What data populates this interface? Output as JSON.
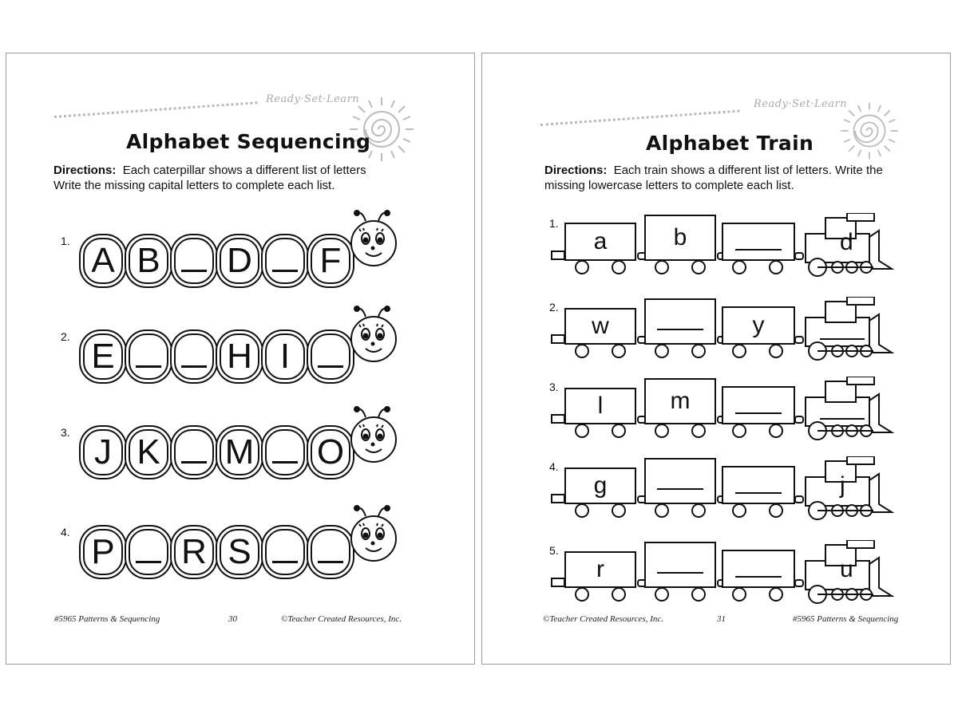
{
  "brand": "Ready·Set·Learn",
  "left": {
    "title": "Alphabet Sequencing",
    "directions_label": "Directions:",
    "directions_line1": "Each caterpillar shows a different list of letters",
    "directions_line2": "Write the missing capital letters to complete each list.",
    "rows": [
      {
        "num": "1.",
        "letters": [
          "A",
          "B",
          "",
          "D",
          "",
          "F"
        ]
      },
      {
        "num": "2.",
        "letters": [
          "E",
          "",
          "",
          "H",
          "I",
          ""
        ]
      },
      {
        "num": "3.",
        "letters": [
          "J",
          "K",
          "",
          "M",
          "",
          "O"
        ]
      },
      {
        "num": "4.",
        "letters": [
          "P",
          "",
          "R",
          "S",
          "",
          ""
        ]
      }
    ],
    "footer_left": "#5965 Patterns & Sequencing",
    "footer_page": "30",
    "footer_right": "©Teacher Created Resources, Inc."
  },
  "right": {
    "title": "Alphabet Train",
    "directions_label": "Directions:",
    "directions_line1": "Each train shows a different list of letters.  Write the",
    "directions_line2": "missing lowercase letters to complete each list.",
    "rows": [
      {
        "num": "1.",
        "cars": [
          "a",
          "b",
          ""
        ],
        "engine": "d"
      },
      {
        "num": "2.",
        "cars": [
          "w",
          "",
          "y"
        ],
        "engine": ""
      },
      {
        "num": "3.",
        "cars": [
          "l",
          "m",
          ""
        ],
        "engine": ""
      },
      {
        "num": "4.",
        "cars": [
          "g",
          "",
          ""
        ],
        "engine": "j"
      },
      {
        "num": "5.",
        "cars": [
          "r",
          "",
          ""
        ],
        "engine": "u"
      }
    ],
    "footer_left": "©Teacher Created Resources, Inc.",
    "footer_page": "31",
    "footer_right": "#5965 Patterns & Sequencing"
  }
}
